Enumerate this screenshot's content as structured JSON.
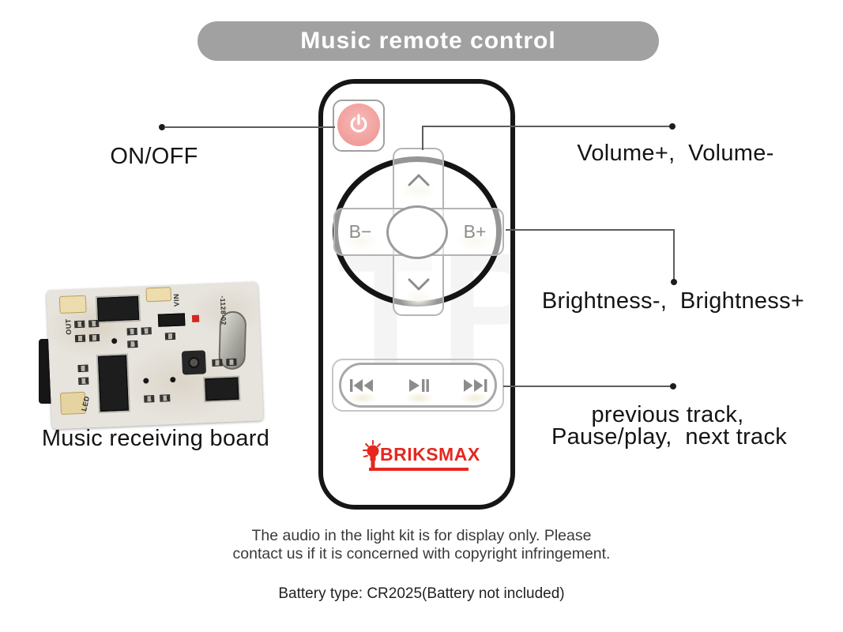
{
  "title": "Music remote control",
  "watermark": "TP",
  "remote": {
    "brand": "BRIKSMAX",
    "dpad": {
      "up_icon": "chevron-up",
      "down_icon": "chevron-down",
      "left_label": "B−",
      "right_label": "B+"
    },
    "power_icon": "power",
    "media_icons": [
      "previous-track",
      "play-pause",
      "next-track"
    ]
  },
  "callouts": {
    "on_off": "ON/OFF",
    "volume": "Volume+,  Volume-",
    "brightness": "Brightness-,  Brightness+",
    "tracks_line1": "previous track,",
    "tracks_line2": "Pause/play,  next track"
  },
  "board": {
    "caption": "Music receiving board",
    "labels": {
      "out": "OUT",
      "vin": "VIN",
      "led": "LED",
      "code": "-1128-02"
    }
  },
  "notes": {
    "line1": "The audio in the light kit is for display only. Please",
    "line2": "contact us if it is concerned with copyright infringement.",
    "battery": "Battery type: CR2025(Battery not included)"
  },
  "colors": {
    "banner_gray": "#a1a1a1",
    "remote_border": "#161616",
    "button_gray": "#8c8c8c",
    "power_pink": "#f2a3a0",
    "brand_red": "#e4281f"
  }
}
